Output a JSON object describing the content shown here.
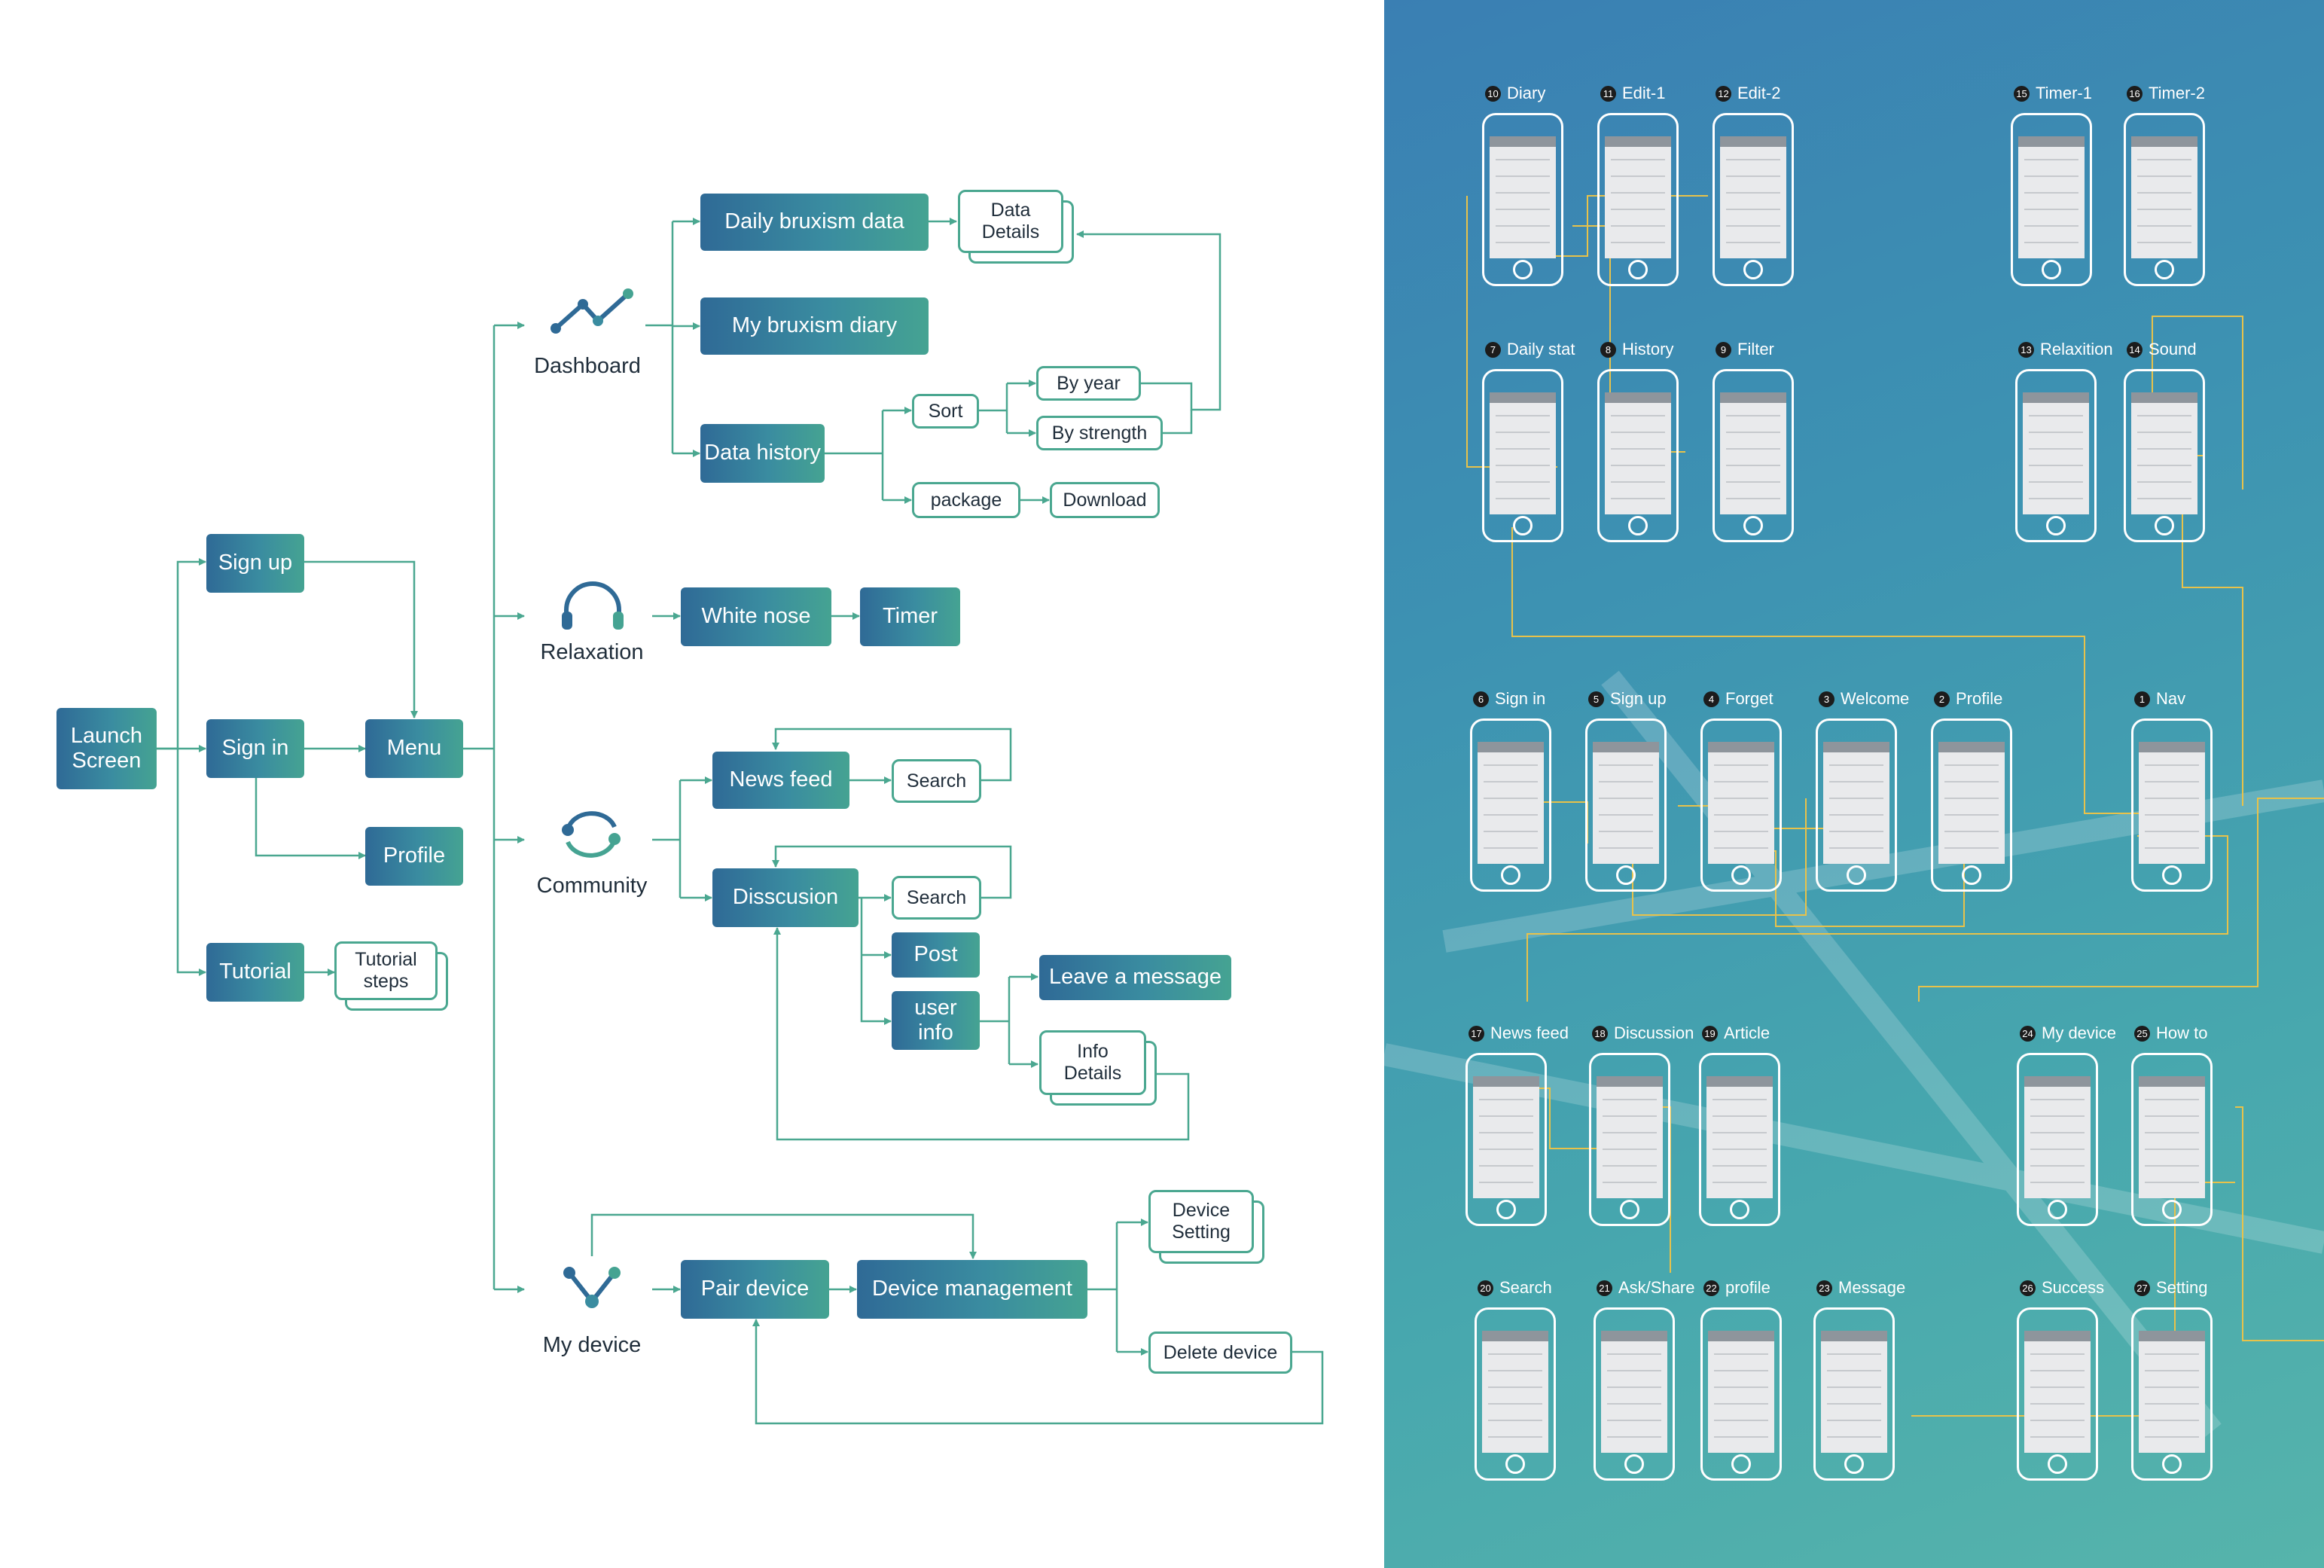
{
  "nodes": {
    "launch": "Launch\nScreen",
    "signup": "Sign up",
    "signin": "Sign in",
    "menu": "Menu",
    "profile": "Profile",
    "tutorial": "Tutorial",
    "tutorial_steps": "Tutorial\nsteps",
    "daily_data": "Daily bruxism data",
    "data_details": "Data\nDetails",
    "diary": "My bruxism diary",
    "history": "Data history",
    "sort": "Sort",
    "by_year": "By year",
    "by_strength": "By strength",
    "package": "package",
    "download": "Download",
    "white_noise": "White nose",
    "timer": "Timer",
    "news_feed": "News feed",
    "search1": "Search",
    "discussion": "Disscusion",
    "search2": "Search",
    "post": "Post",
    "user_info": "user\ninfo",
    "leave_message": "Leave a message",
    "info_details": "Info\nDetails",
    "pair_device": "Pair device",
    "device_mgmt": "Device management",
    "device_setting": "Device\nSetting",
    "delete_device": "Delete device"
  },
  "categories": {
    "dashboard": "Dashboard",
    "relaxation": "Relaxation",
    "community": "Community",
    "my_device": "My device"
  },
  "screens": [
    {
      "num": "10",
      "label": "Diary"
    },
    {
      "num": "11",
      "label": "Edit-1"
    },
    {
      "num": "12",
      "label": "Edit-2"
    },
    {
      "num": "15",
      "label": "Timer-1"
    },
    {
      "num": "16",
      "label": "Timer-2"
    },
    {
      "num": "7",
      "label": "Daily stat"
    },
    {
      "num": "8",
      "label": "History"
    },
    {
      "num": "9",
      "label": "Filter"
    },
    {
      "num": "13",
      "label": "Relaxition"
    },
    {
      "num": "14",
      "label": "Sound"
    },
    {
      "num": "6",
      "label": "Sign in"
    },
    {
      "num": "5",
      "label": "Sign up"
    },
    {
      "num": "4",
      "label": "Forget"
    },
    {
      "num": "3",
      "label": "Welcome"
    },
    {
      "num": "2",
      "label": "Profile"
    },
    {
      "num": "1",
      "label": "Nav"
    },
    {
      "num": "17",
      "label": "News feed"
    },
    {
      "num": "18",
      "label": "Discussion"
    },
    {
      "num": "19",
      "label": "Article"
    },
    {
      "num": "24",
      "label": "My device"
    },
    {
      "num": "25",
      "label": "How to"
    },
    {
      "num": "20",
      "label": "Search"
    },
    {
      "num": "21",
      "label": "Ask/Share"
    },
    {
      "num": "22",
      "label": "profile"
    },
    {
      "num": "23",
      "label": "Message"
    },
    {
      "num": "26",
      "label": "Success"
    },
    {
      "num": "27",
      "label": "Setting"
    }
  ],
  "colors": {
    "connector": "#4aa790",
    "filled_start": "#2f6a96",
    "filled_end": "#45a392",
    "text": "#1f2d3a",
    "panel_bg": "#3d92b2",
    "link_line": "#e8c24a"
  }
}
